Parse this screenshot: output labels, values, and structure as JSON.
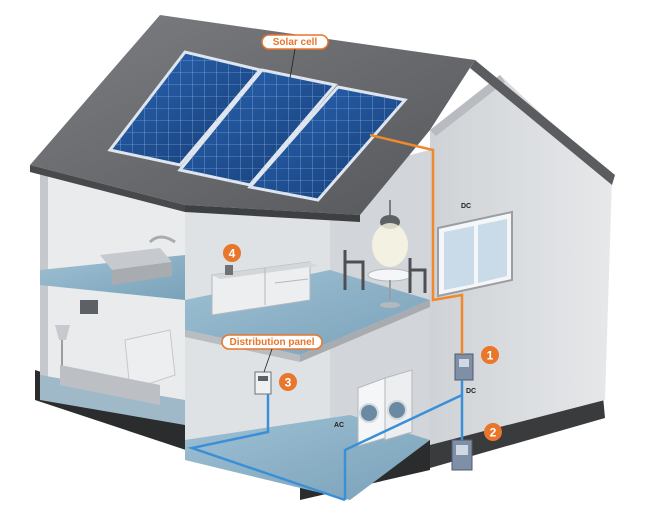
{
  "labels": {
    "solar_cell": "Solar cell",
    "distribution_panel": "Distribution panel",
    "dc_top": "DC",
    "dc_bottom": "DC",
    "ac": "AC"
  },
  "badges": [
    "1",
    "2",
    "3",
    "4"
  ],
  "colors": {
    "accent_orange": "#e8762b",
    "wire_orange": "#f0892c",
    "wire_blue": "#3b8fd6",
    "roof": "#6b6d70",
    "panel_blue": "#1f4f94",
    "wall": "#d9dbde",
    "floor_blue": "#8fb4c9",
    "base_dark": "#2b2c2e"
  },
  "icons": [
    "solar-panel-icon",
    "inverter-icon",
    "battery-icon",
    "distribution-panel-icon",
    "washing-machine-icon",
    "lamp-icon",
    "table-icon",
    "tv-cabinet-icon",
    "window-icon"
  ]
}
